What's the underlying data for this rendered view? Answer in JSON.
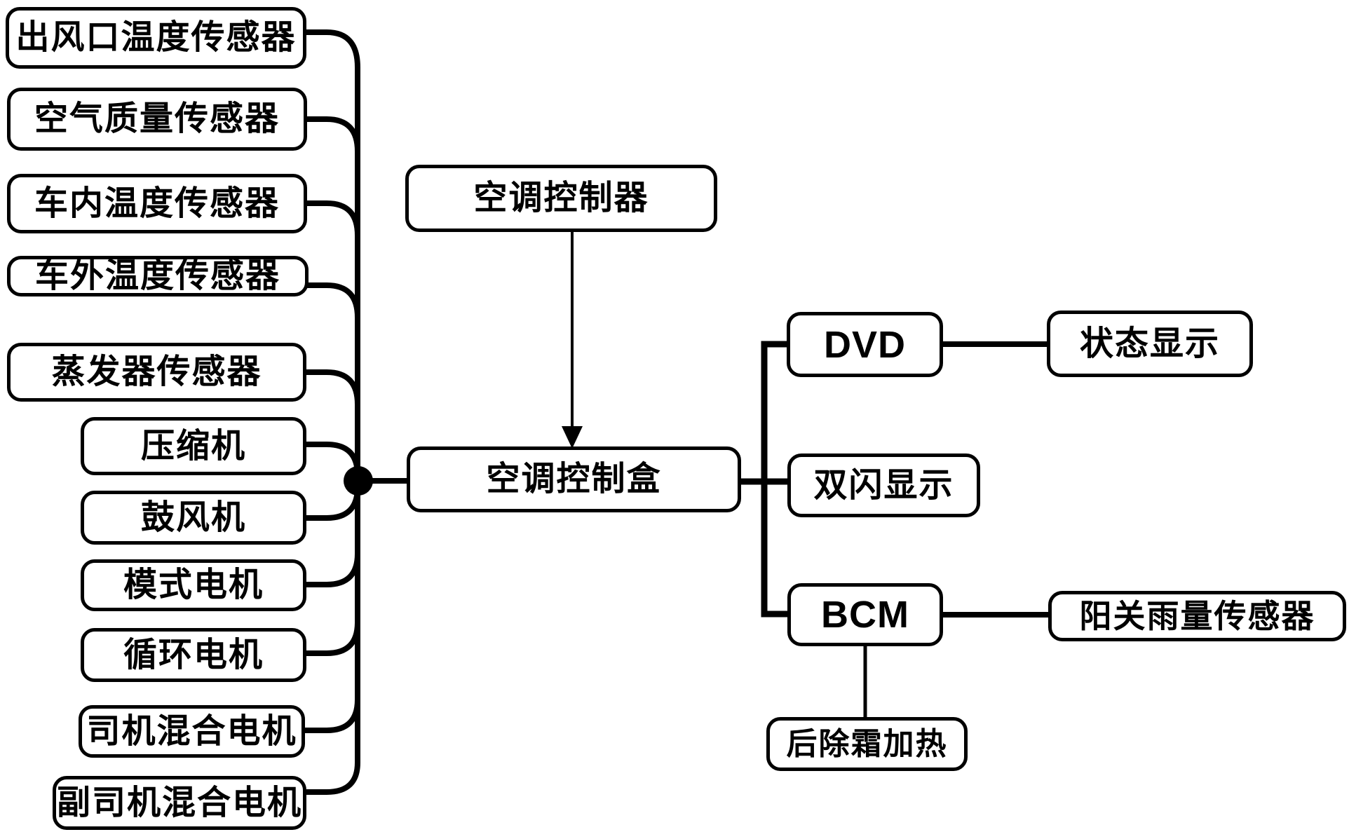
{
  "diagram": {
    "type": "block-diagram",
    "description_colors": {
      "line": "#000000",
      "box_border": "#000000",
      "box_fill": "#ffffff",
      "background": "#ffffff"
    },
    "left_column": [
      {
        "label": "出风口温度传感器"
      },
      {
        "label": "空气质量传感器"
      },
      {
        "label": "车内温度传感器"
      },
      {
        "label": "车外温度传感器"
      },
      {
        "label": "蒸发器传感器"
      },
      {
        "label": "压缩机"
      },
      {
        "label": "鼓风机"
      },
      {
        "label": "模式电机"
      },
      {
        "label": "循环电机"
      },
      {
        "label": "司机混合电机"
      },
      {
        "label": "副司机混合电机"
      }
    ],
    "center": {
      "ac_controller": "空调控制器",
      "ac_control_box": "空调控制盒"
    },
    "right_column": {
      "dvd": "DVD",
      "status_display": "状态显示",
      "hazard_flash_display": "双闪显示",
      "bcm": "BCM",
      "sun_rain_sensor": "阳关雨量传感器",
      "rear_defrost_heater": "后除霜加热"
    }
  }
}
